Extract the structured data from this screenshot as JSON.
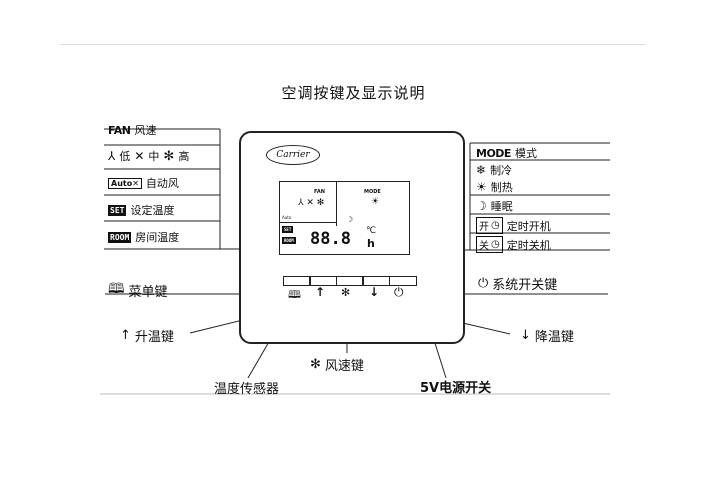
{
  "title": "空调按键及显示说明",
  "left_legend": {
    "fan": {
      "tag": "FAN",
      "text": "风速"
    },
    "speeds": {
      "low": "低",
      "mid": "中",
      "high": "高"
    },
    "auto": {
      "tag": "Auto",
      "text": "自动风"
    },
    "set": {
      "tag": "SET",
      "text": "设定温度"
    },
    "room": {
      "tag": "ROOM",
      "text": "房间温度"
    }
  },
  "right_legend": {
    "mode": {
      "tag": "MODE",
      "text": "模式"
    },
    "cool": "制冷",
    "heat": "制热",
    "sleep": "睡眠",
    "timer_on": {
      "tag": "开",
      "text": "定时开机"
    },
    "timer_off": {
      "tag": "关",
      "text": "定时关机"
    }
  },
  "device": {
    "brand": "Carrier",
    "lcd": {
      "fan_label": "FAN",
      "mode_label": "MODE",
      "auto_label": "Auto",
      "set_label": "SET",
      "room_label": "ROOM",
      "digits": "88.8",
      "unit_c": "℃",
      "unit_h": "h"
    }
  },
  "callouts": {
    "menu": "菜单键",
    "power": "系统开关键",
    "up": "升温键",
    "down": "降温键",
    "fan_key": "风速键",
    "sensor": "温度传感器",
    "switch": "5V电源开关"
  },
  "colors": {
    "ink": "#111111",
    "rule": "#dddddd"
  }
}
